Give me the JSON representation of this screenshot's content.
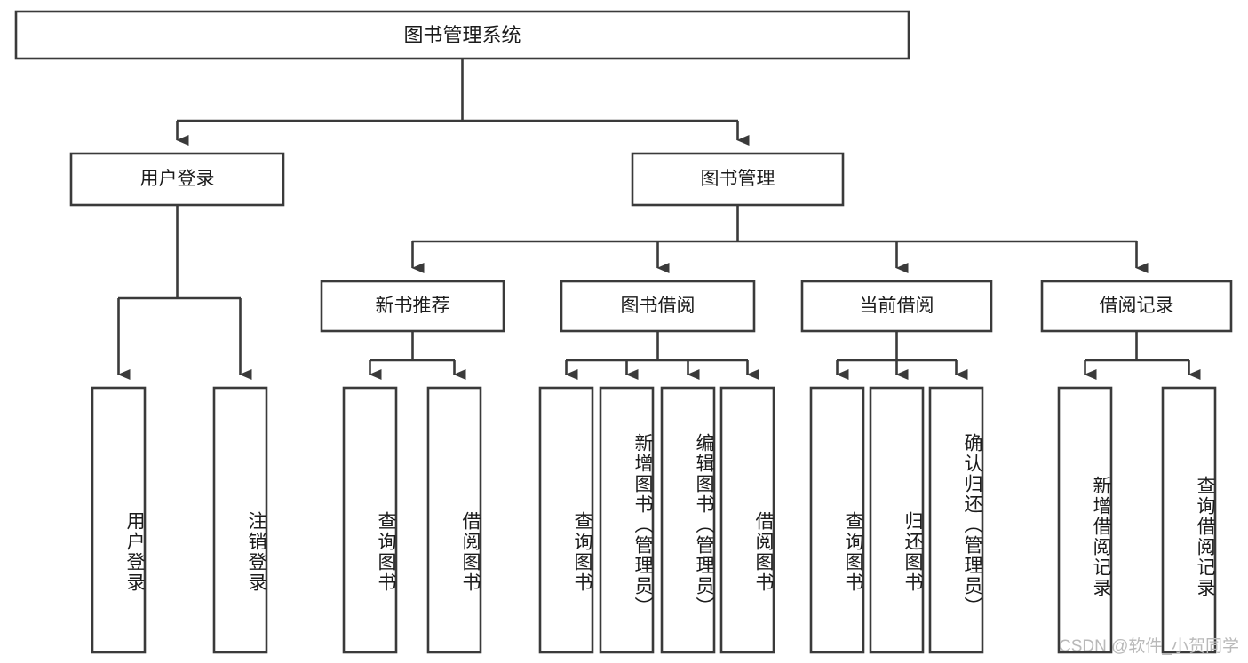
{
  "diagram": {
    "title": "图书管理系统",
    "type": "tree-hierarchy",
    "colors": {
      "stroke": "#3a3a3a",
      "box_fill": "#ffffff",
      "text": "#1b1b1b",
      "background": "#ffffff",
      "watermark": "#b9b9b9"
    },
    "root": {
      "label": "图书管理系统"
    },
    "level2": [
      {
        "label": "用户登录"
      },
      {
        "label": "图书管理"
      }
    ],
    "level3": [
      {
        "label": "新书推荐"
      },
      {
        "label": "图书借阅"
      },
      {
        "label": "当前借阅"
      },
      {
        "label": "借阅记录"
      }
    ],
    "leaves": {
      "user_login": [
        {
          "label": "用户登录"
        },
        {
          "label": "注销登录"
        }
      ],
      "new_book_recommend": [
        {
          "label": "查询图书"
        },
        {
          "label": "借阅图书"
        }
      ],
      "book_borrow": [
        {
          "label": "查询图书"
        },
        {
          "label": "新增图书（管理员）"
        },
        {
          "label": "编辑图书（管理员）"
        },
        {
          "label": "借阅图书"
        }
      ],
      "current_borrow": [
        {
          "label": "查询图书"
        },
        {
          "label": "归还图书"
        },
        {
          "label": "确认归还（管理员）"
        }
      ],
      "borrow_record": [
        {
          "label": "新增借阅记录"
        },
        {
          "label": "查询借阅记录"
        }
      ]
    },
    "watermark": "CSDN @软件_小贺同学"
  }
}
